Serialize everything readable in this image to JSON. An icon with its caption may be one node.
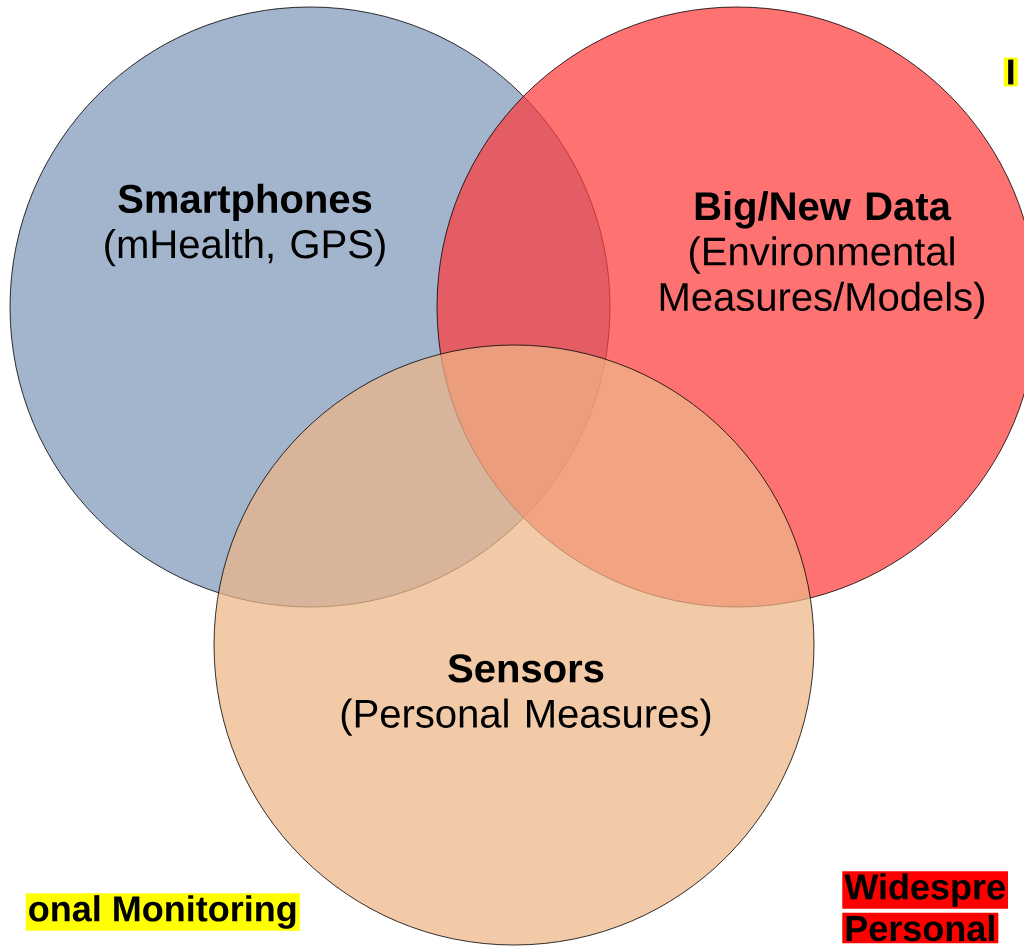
{
  "diagram": {
    "nodes": [
      {
        "text": [
          "Smartphones",
          "(mHealth, GPS)"
        ]
      },
      {
        "text": [
          "Big/New Data",
          "(Environmental Measures/Models)"
        ]
      },
      {
        "text": [
          "Sensors",
          "(Personal Measures)"
        ]
      }
    ],
    "labels": [
      "I",
      "onal Monitoring",
      "Widespre",
      "Personal"
    ]
  }
}
